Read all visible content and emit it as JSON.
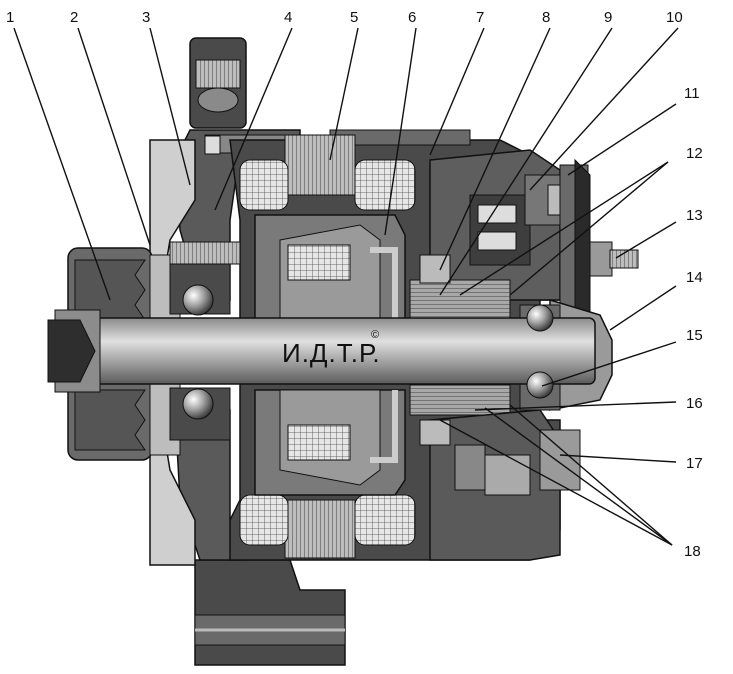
{
  "diagram": {
    "shaft_label": "И.Д.Т.Р.",
    "copyright_mark": "©",
    "callouts": [
      {
        "id": "1",
        "text": "1"
      },
      {
        "id": "2",
        "text": "2"
      },
      {
        "id": "3",
        "text": "3"
      },
      {
        "id": "4",
        "text": "4"
      },
      {
        "id": "5",
        "text": "5"
      },
      {
        "id": "6",
        "text": "6"
      },
      {
        "id": "7",
        "text": "7"
      },
      {
        "id": "8",
        "text": "8"
      },
      {
        "id": "9",
        "text": "9"
      },
      {
        "id": "10",
        "text": "10"
      },
      {
        "id": "11",
        "text": "11"
      },
      {
        "id": "12",
        "text": "12"
      },
      {
        "id": "13",
        "text": "13"
      },
      {
        "id": "14",
        "text": "14"
      },
      {
        "id": "15",
        "text": "15"
      },
      {
        "id": "16",
        "text": "16"
      },
      {
        "id": "17",
        "text": "17"
      },
      {
        "id": "18",
        "text": "18"
      }
    ],
    "colors": {
      "housing_dark": "#4a4a4a",
      "housing_mid": "#6e6e6e",
      "metal_light": "#b9b9b9",
      "winding": "#d9d9d9",
      "outline": "#111111"
    }
  }
}
